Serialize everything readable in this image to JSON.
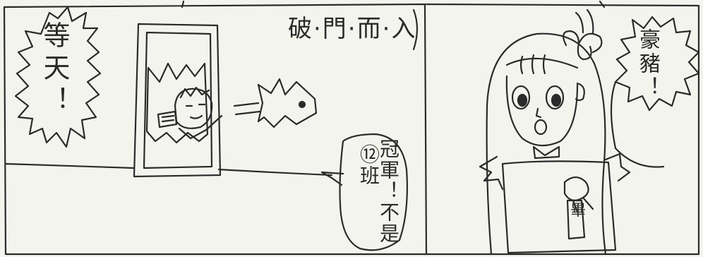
{
  "comic": {
    "panel_left": {
      "caption": "破·門·而·入",
      "shout": "等天！",
      "speech_a": "⑫班",
      "speech_b": "冠軍！不是"
    },
    "panel_right": {
      "exclaim": "豪豬！",
      "badge": "畢"
    }
  }
}
